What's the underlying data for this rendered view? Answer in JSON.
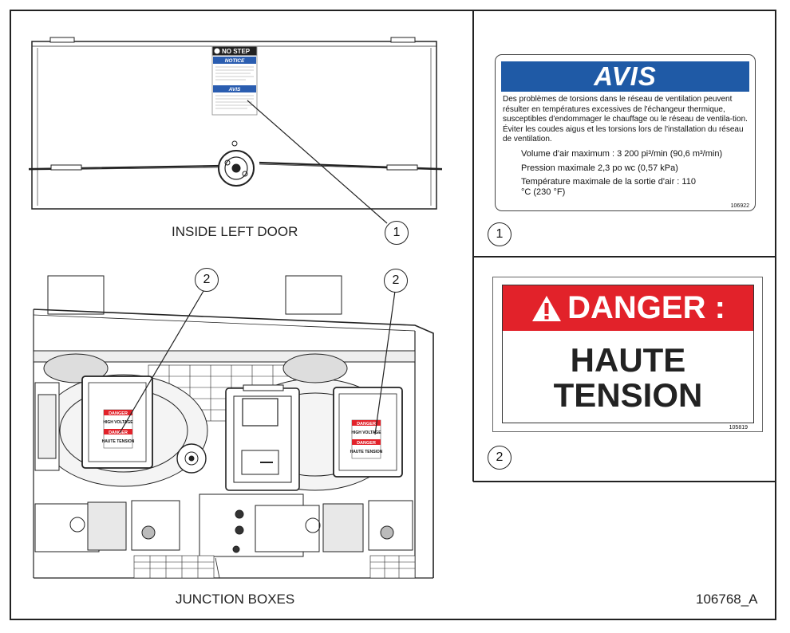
{
  "door_caption": "INSIDE LEFT DOOR",
  "junction_caption": "JUNCTION BOXES",
  "document_number": "106768_A",
  "callouts": {
    "one": "1",
    "two": "2"
  },
  "door_labels": {
    "no_step": "NO STEP",
    "notice": "NOTICE",
    "avis_small": "AVIS"
  },
  "junction_labels": {
    "danger": "DANGER",
    "high_voltage": "HIGH VOLTAGE",
    "danger_fr": "DANGER",
    "haute_tension": "HAUTE TENSION"
  },
  "avis_label": {
    "title": "AVIS",
    "body": "Des problèmes de torsions dans le réseau de ventilation peuvent résulter en températures excessives de l'échangeur thermique, susceptibles d'endommager le chauffage ou le réseau de ventila-tion. Éviter les coudes aigus et les torsions lors de l'installation du réseau de ventilation.",
    "spec_1": "Volume d'air maximum : 3 200 pi³/min (90,6 m³/min)",
    "spec_2": "Pression maximale 2,3 po wc (0,57 kPa)",
    "spec_3": "Température maximale de la sortie d'air : 110 °C (230 °F)",
    "part_number": "106922"
  },
  "danger_label": {
    "title": "DANGER :",
    "line1": "HAUTE",
    "line2": "TENSION",
    "part_number": "105819"
  }
}
